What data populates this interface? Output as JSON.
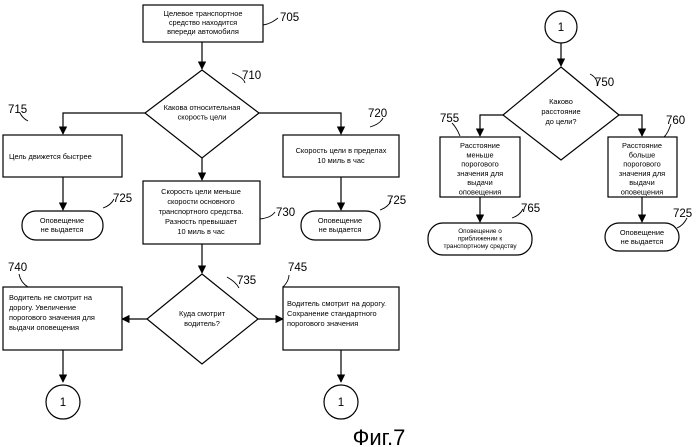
{
  "figure_caption": "Фиг.7",
  "refs": {
    "r705": "705",
    "r710": "710",
    "r715": "715",
    "r720": "720",
    "r725a": "725",
    "r725b": "725",
    "r730": "730",
    "r735": "735",
    "r740": "740",
    "r745": "745",
    "r750": "750",
    "r755": "755",
    "r760": "760",
    "r765": "765",
    "r725c": "725"
  },
  "connectors": {
    "c1": "1",
    "c2": "1",
    "c3": "1"
  },
  "nodes": {
    "n705": [
      "Целевое транспортное",
      "средство находится",
      "впереди автомобиля"
    ],
    "n710": [
      "Какова относительная",
      "скорость цели"
    ],
    "n715": [
      "Цель движется быстрее"
    ],
    "n720": [
      "Скорость цели в пределах",
      "10 миль в час"
    ],
    "n725a": [
      "Оповещение",
      "не выдается"
    ],
    "n725b": [
      "Оповещение",
      "не выдается"
    ],
    "n730": [
      "Скорость цели меньше",
      "скорости основного",
      "транспортного средства.",
      "Разность превышает",
      "10 миль в час"
    ],
    "n735": [
      "Куда смотрит",
      "водитель?"
    ],
    "n740": [
      "Водитель не смотрит на",
      "дорогу. Увеличение",
      "порогового значения для",
      "выдачи оповещения"
    ],
    "n745": [
      "Водитель смотрит на дорогу.",
      "Сохранение стандартного",
      "порогового значения"
    ],
    "n750": [
      "Каково",
      "расстояние",
      "до цели?"
    ],
    "n755": [
      "Расстояние",
      "меньше",
      "порогового",
      "значения для",
      "выдачи",
      "оповещения"
    ],
    "n760": [
      "Расстояние",
      "больше",
      "порогового",
      "значения для",
      "выдачи",
      "оповещения"
    ],
    "n765": [
      "Оповещение о",
      "приближении к",
      "транспортному средству"
    ],
    "n725c": [
      "Оповещение",
      "не выдается"
    ]
  }
}
